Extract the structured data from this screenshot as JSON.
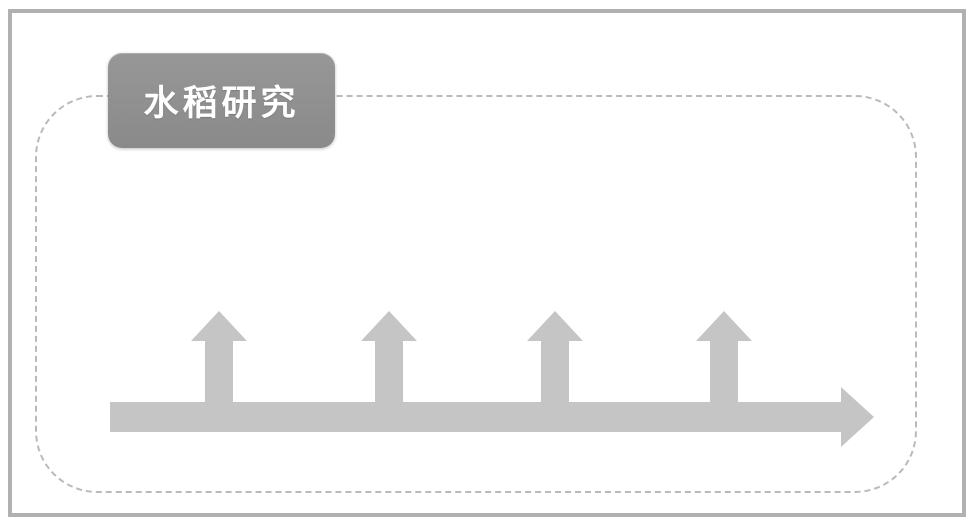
{
  "diagram": {
    "label": "水稻研究",
    "timeline": {
      "direction": "right",
      "up_arrow_count": 4,
      "up_arrow_centers_x": [
        219,
        389,
        555,
        724
      ]
    },
    "colors": {
      "label_bg_top": "#979797",
      "label_bg_bottom": "#8a8a8a",
      "label_text": "#ffffff",
      "arrow_fill": "#c5c5c5",
      "dashed_border": "#bababa",
      "outer_border": "#b1b1b1"
    }
  }
}
